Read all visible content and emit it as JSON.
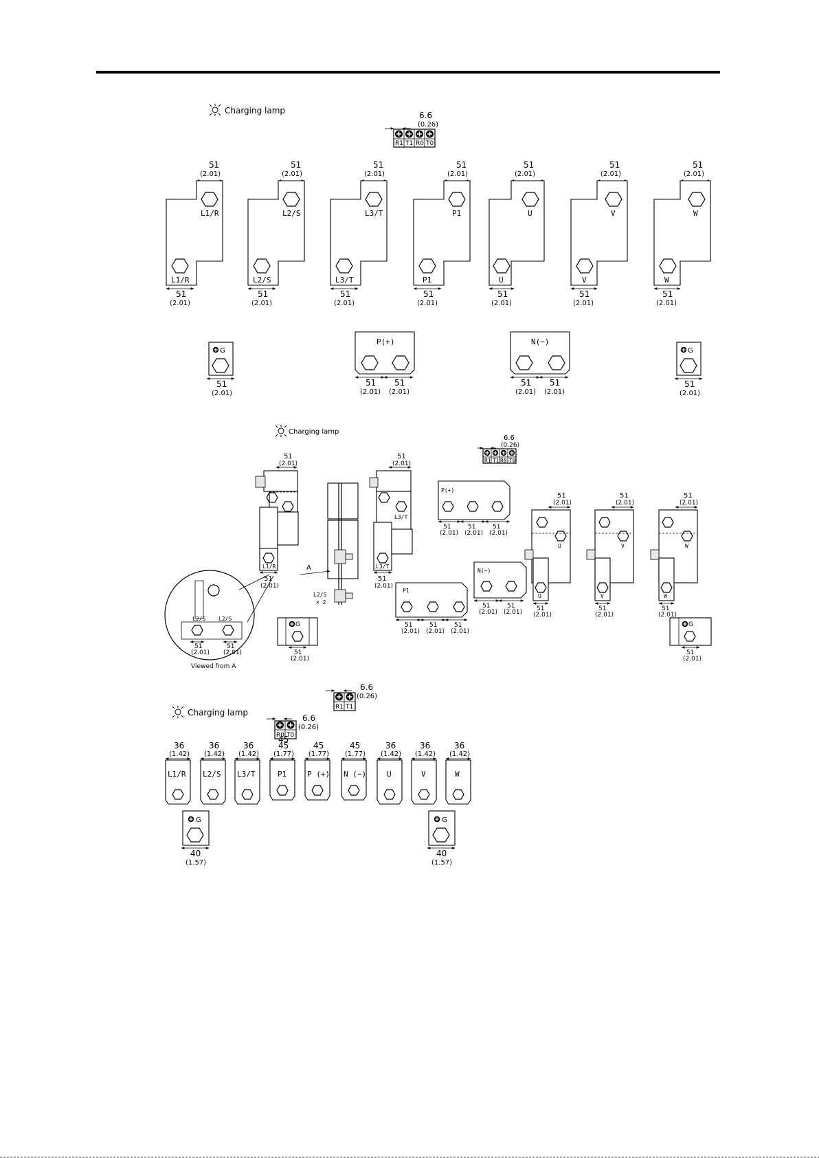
{
  "charging_lamp": "Charging lamp",
  "dim": {
    "d51": "51",
    "d51_in": "(2.01)",
    "d66": "6.6",
    "d66_in": "(0.26)",
    "d36": "36",
    "d36_in": "(1.42)",
    "d45": "45",
    "d45_in": "(1.77)",
    "d40": "40",
    "d40_in": "(1.57)"
  },
  "ctrl": {
    "r1": "R1",
    "t1": "T1",
    "r0": "R0",
    "t0": "T0"
  },
  "ground": "G",
  "section1": {
    "main_terminals": [
      "L1/R",
      "L2/S",
      "L3/T",
      "P1",
      "U",
      "V",
      "W"
    ],
    "p_plus": "P(+)",
    "n_minus": "N(−)"
  },
  "section2": {
    "l1r": "L1/R",
    "l3t": "L3/T",
    "l2s": "L2/S",
    "p_plus": "P(+)",
    "n_minus": "N(−)",
    "p1": "P1",
    "u": "U",
    "v": "V",
    "w": "W",
    "arrow_a": "A",
    "l2s_x2": "L2/S",
    "times2": "× 2",
    "viewed_from": "Viewed from A"
  },
  "section3": {
    "terminals": [
      {
        "label": "L1/R",
        "dim": "36",
        "dim_in": "(1.42)"
      },
      {
        "label": "L2/S",
        "dim": "36",
        "dim_in": "(1.42)"
      },
      {
        "label": "L3/T",
        "dim": "36",
        "dim_in": "(1.42)"
      },
      {
        "label": "P1",
        "dim": "45",
        "dim_in": "(1.77)"
      },
      {
        "label": "P (+)",
        "dim": "45",
        "dim_in": "(1.77)"
      },
      {
        "label": "N (−)",
        "dim": "45",
        "dim_in": "(1.77)"
      },
      {
        "label": "U",
        "dim": "36",
        "dim_in": "(1.42)"
      },
      {
        "label": "V",
        "dim": "36",
        "dim_in": "(1.42)"
      },
      {
        "label": "W",
        "dim": "36",
        "dim_in": "(1.42)"
      }
    ]
  }
}
